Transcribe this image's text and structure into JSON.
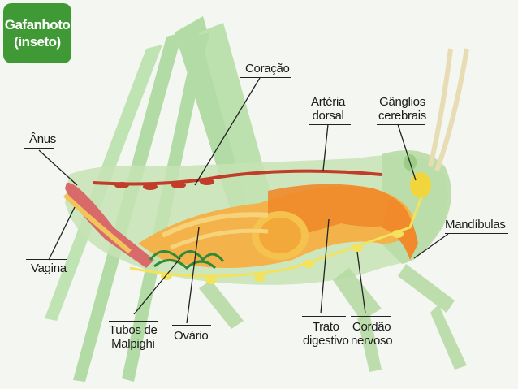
{
  "title": {
    "line1": "Gafanhoto",
    "line2": "(inseto)"
  },
  "labels": {
    "anus": "Ânus",
    "vagina": "Vagina",
    "coracao": "Coração",
    "arteria_1": "Artéria",
    "arteria_2": "dorsal",
    "ganglios_1": "Gânglios",
    "ganglios_2": "cerebrais",
    "mandibulas": "Mandíbulas",
    "tubos_1": "Tubos de",
    "tubos_2": "Malpighi",
    "ovario": "Ovário",
    "trato_1": "Trato",
    "trato_2": "digestivo",
    "cordao_1": "Cordão",
    "cordao_2": "nervoso"
  },
  "colors": {
    "badge": "#3f9a35",
    "body": "#c6e3b4",
    "legs": "#7fc56a",
    "muscle": "#f08a2a",
    "nerve": "#f3e25c",
    "tubules": "#2f8a3a",
    "heart": "#c23c2a",
    "rectum": "#d96a6a"
  }
}
